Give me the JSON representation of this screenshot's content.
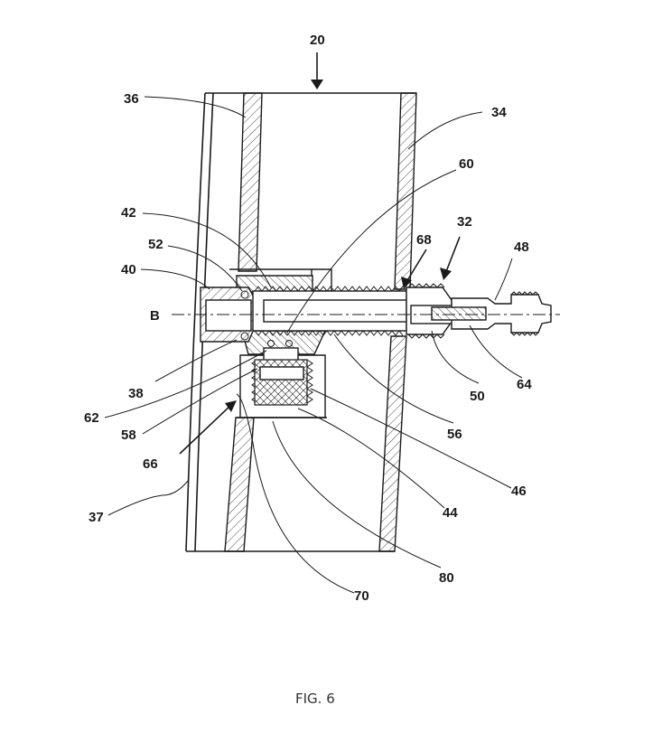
{
  "figure": {
    "caption": "FIG. 6",
    "axis_label": "B",
    "reference_numerals": {
      "n20": "20",
      "n32": "32",
      "n34": "34",
      "n36": "36",
      "n37": "37",
      "n38": "38",
      "n40": "40",
      "n42": "42",
      "n44": "44",
      "n46": "46",
      "n48": "48",
      "n50": "50",
      "n52": "52",
      "n56": "56",
      "n58": "58",
      "n60": "60",
      "n62": "62",
      "n64": "64",
      "n66": "66",
      "n68": "68",
      "n70": "70",
      "n80": "80"
    }
  }
}
